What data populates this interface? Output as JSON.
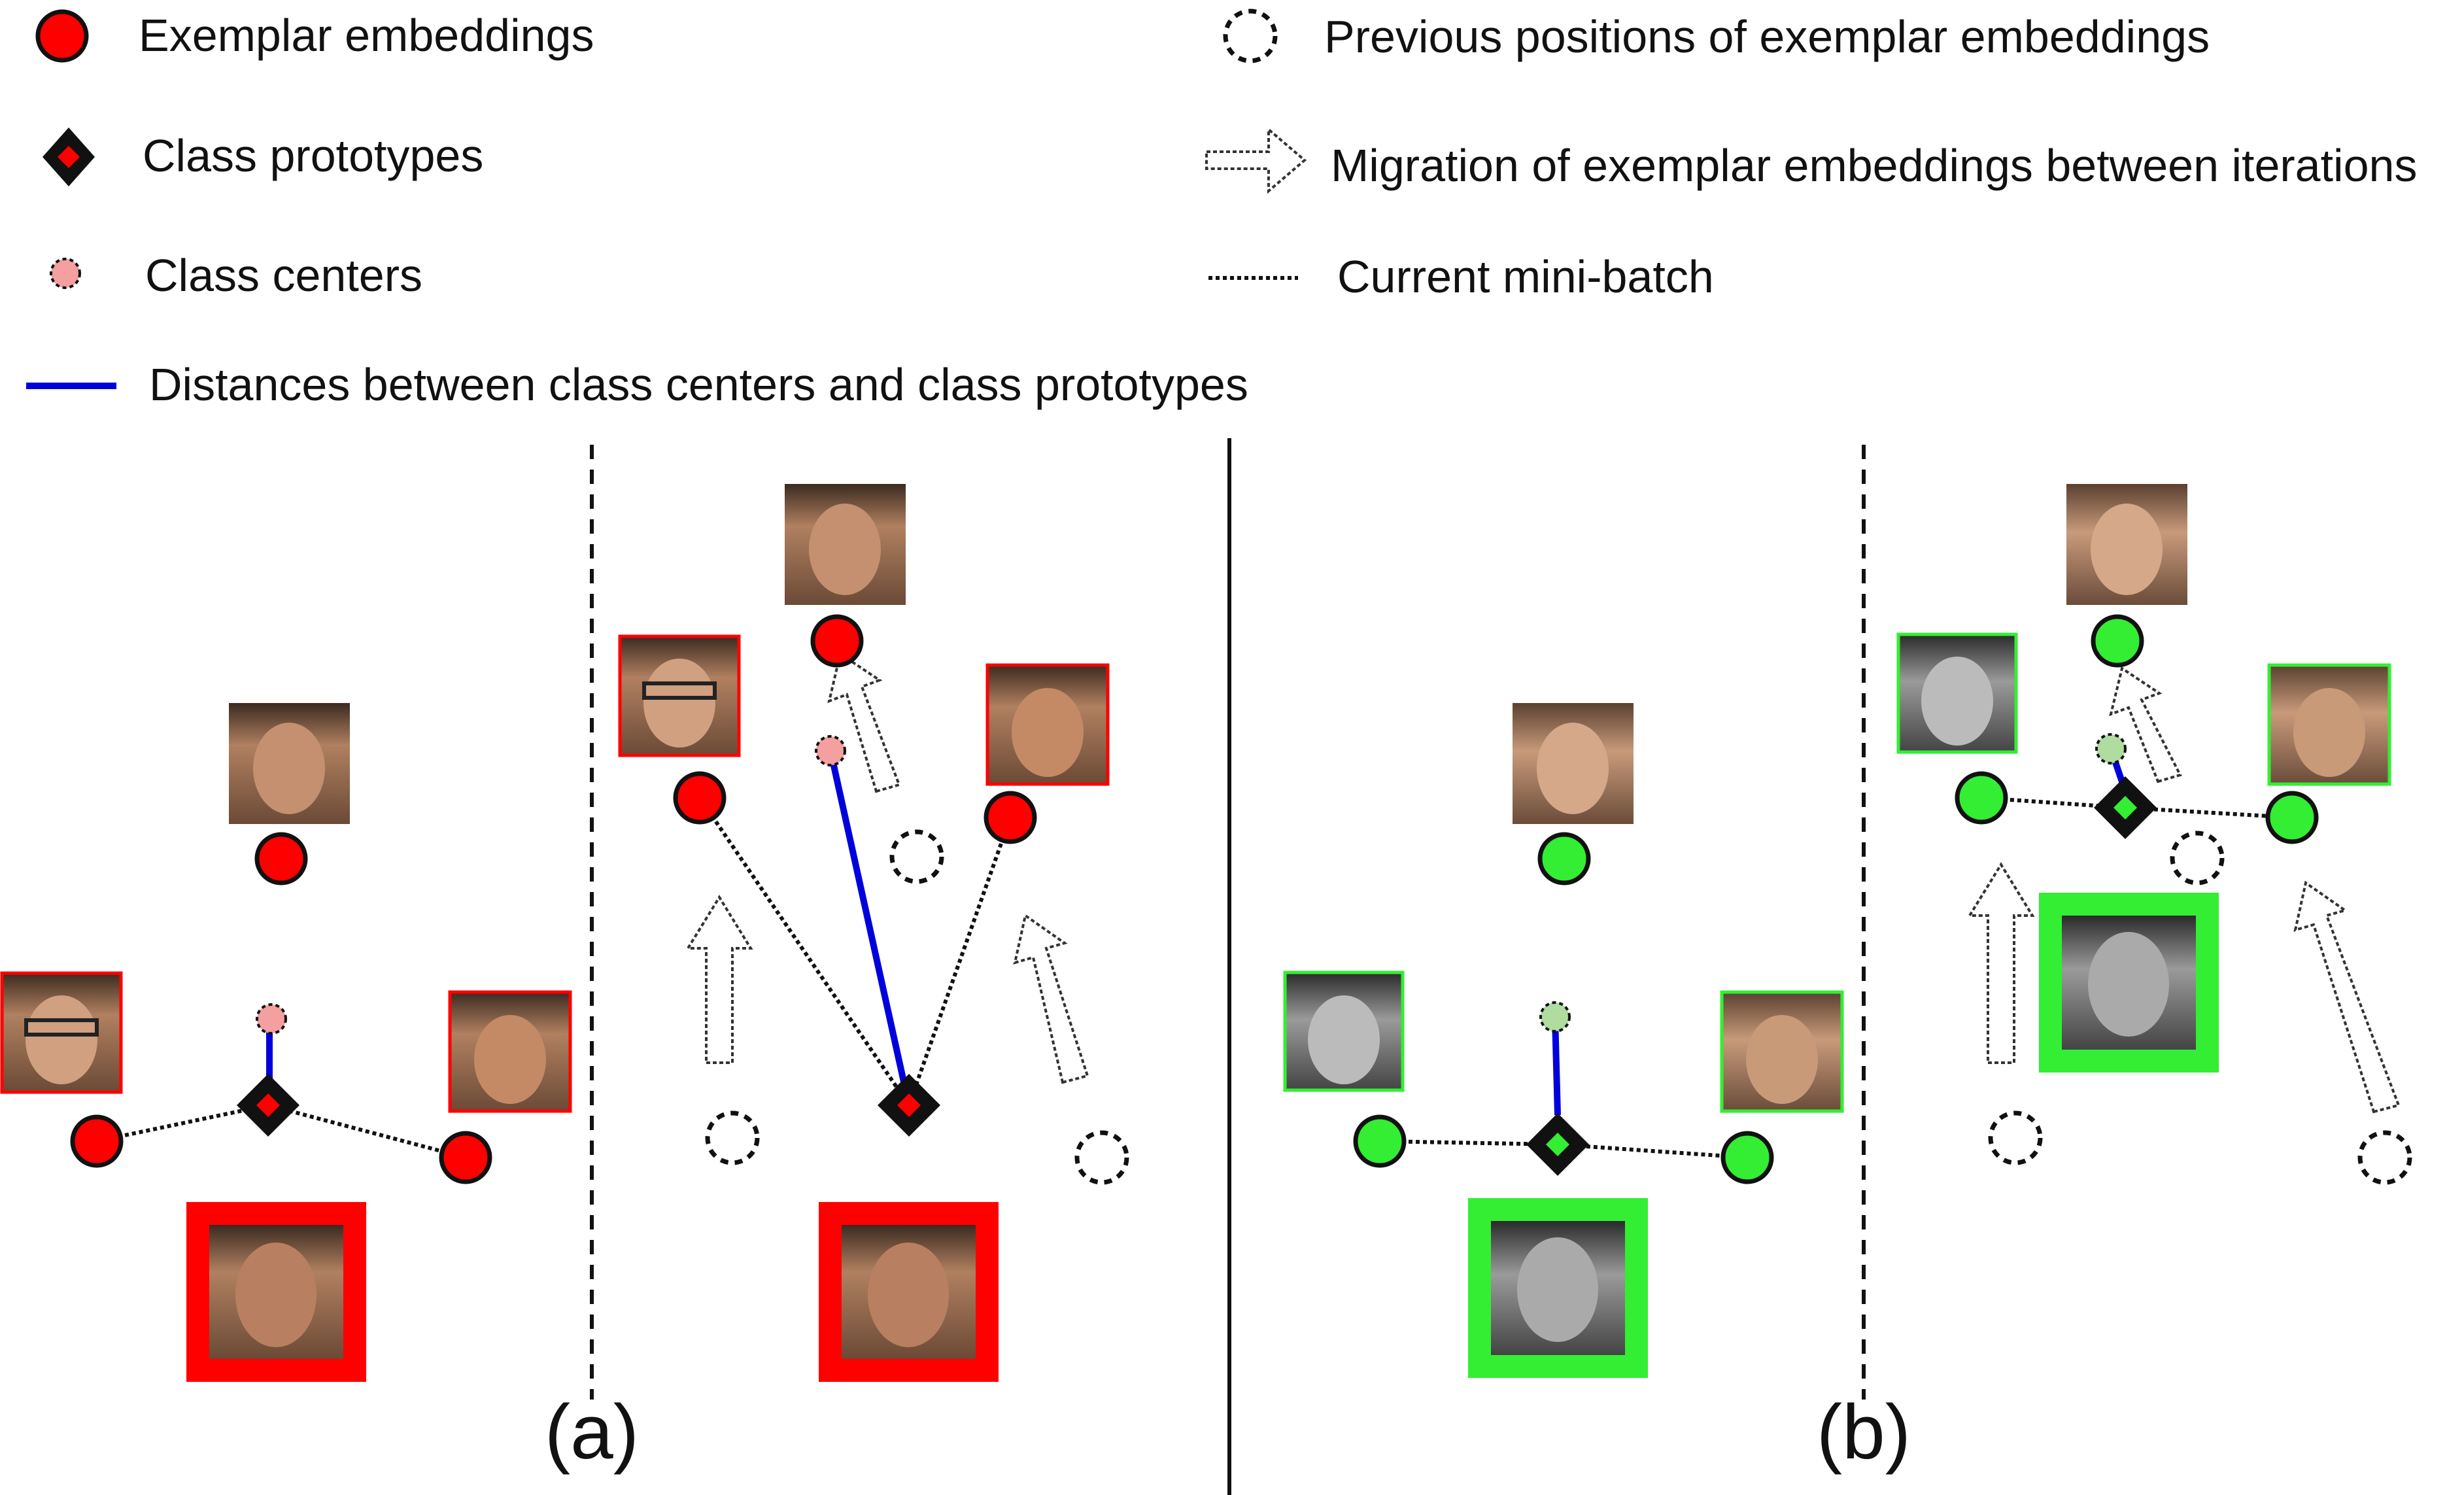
{
  "legend": {
    "exemplar_embeddings": "Exemplar embeddings",
    "class_prototypes": "Class prototypes",
    "class_centers": "Class centers",
    "distances": "Distances between class centers and class prototypes",
    "previous_positions": "Previous positions of exemplar embeddings",
    "migration": "Migration of exemplar embeddings between iterations",
    "current_minibatch": "Current mini-batch"
  },
  "panels": {
    "a": "(a)",
    "b": "(b)"
  },
  "colors": {
    "red_class": "#ff0000",
    "green_class": "#33ee33",
    "distance_line": "#0000dd",
    "red_center": "#f4a0a0",
    "green_center": "#b0dca0"
  }
}
